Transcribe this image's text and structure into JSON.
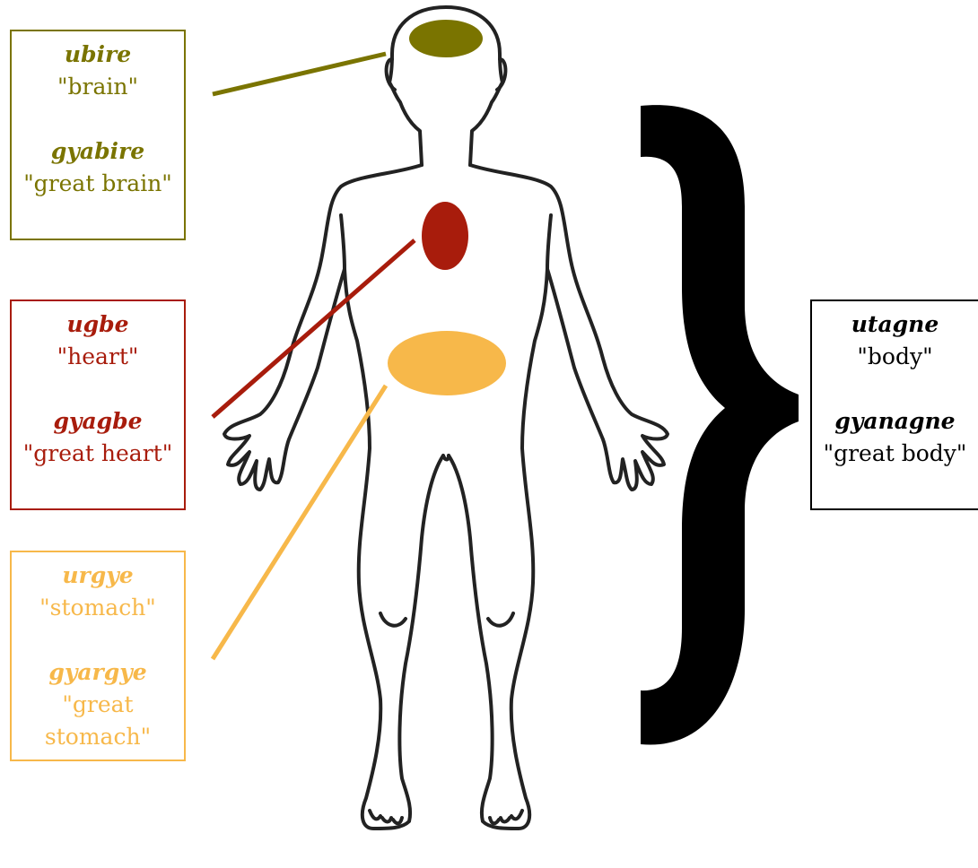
{
  "colors": {
    "brain": "#7a7400",
    "heart": "#a81c0c",
    "stomach": "#f7b84a",
    "body": "#000000",
    "outline": "#222222"
  },
  "labels": {
    "brain": {
      "term": "ubire",
      "gloss": "\"brain\"",
      "great_term": "gyabire",
      "great_gloss": "\"great brain\""
    },
    "heart": {
      "term": "ugbe",
      "gloss": "\"heart\"",
      "great_term": "gyagbe",
      "great_gloss": "\"great heart\""
    },
    "stomach": {
      "term": "urgye",
      "gloss": "\"stomach\"",
      "great_term": "gyargye",
      "great_gloss_1": "\"great",
      "great_gloss_2": "stomach\""
    },
    "body": {
      "term": "utagne",
      "gloss": "\"body\"",
      "great_term": "gyanagne",
      "great_gloss": "\"great body\""
    }
  },
  "icons": {
    "figure": "human-body-outline-icon",
    "brace": "right-curly-brace-icon"
  }
}
